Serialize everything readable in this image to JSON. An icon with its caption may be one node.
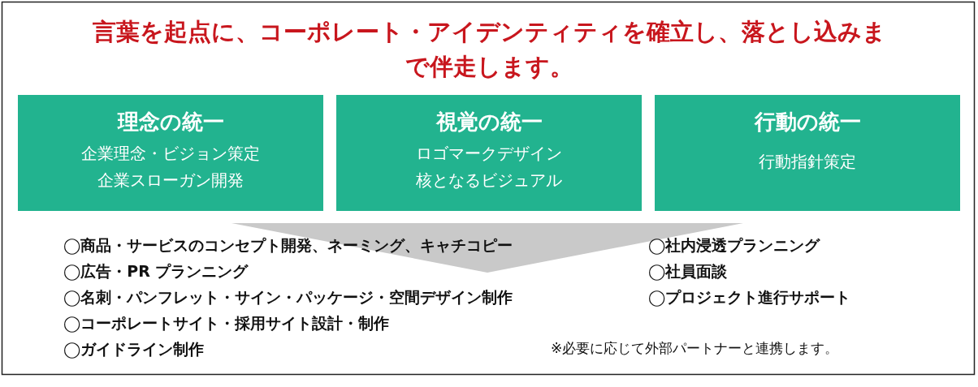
{
  "diagram": {
    "title": "言葉を起点に、コーポレート・アイデンティティを確立し、落とし込みまで伴走します。",
    "nodes": [
      {
        "text": [
          "理念の統一",
          "企業理念・ビジョン策定",
          "企業スローガン開発"
        ]
      },
      {
        "text": [
          "視覚の統一",
          "ロゴマークデザイン",
          "核となるビジュアル"
        ]
      },
      {
        "text": [
          "行動の統一",
          "行動指針策定"
        ]
      }
    ],
    "edges": [],
    "labels": [
      "◯商品・サービスのコンセプト開発、ネーミング、キャチコピー",
      "◯広告・PR プランニング",
      "◯名刺・パンフレット・サイン・パッケージ・空間デザイン制作",
      "◯コーポレートサイト・採用サイト設計・制作",
      "◯ガイドライン制作",
      "◯社内浸透プランニング",
      "◯社員面談",
      "◯プロジェクト進行サポート",
      "※必要に応じて外部パートナーと連携します。"
    ]
  }
}
